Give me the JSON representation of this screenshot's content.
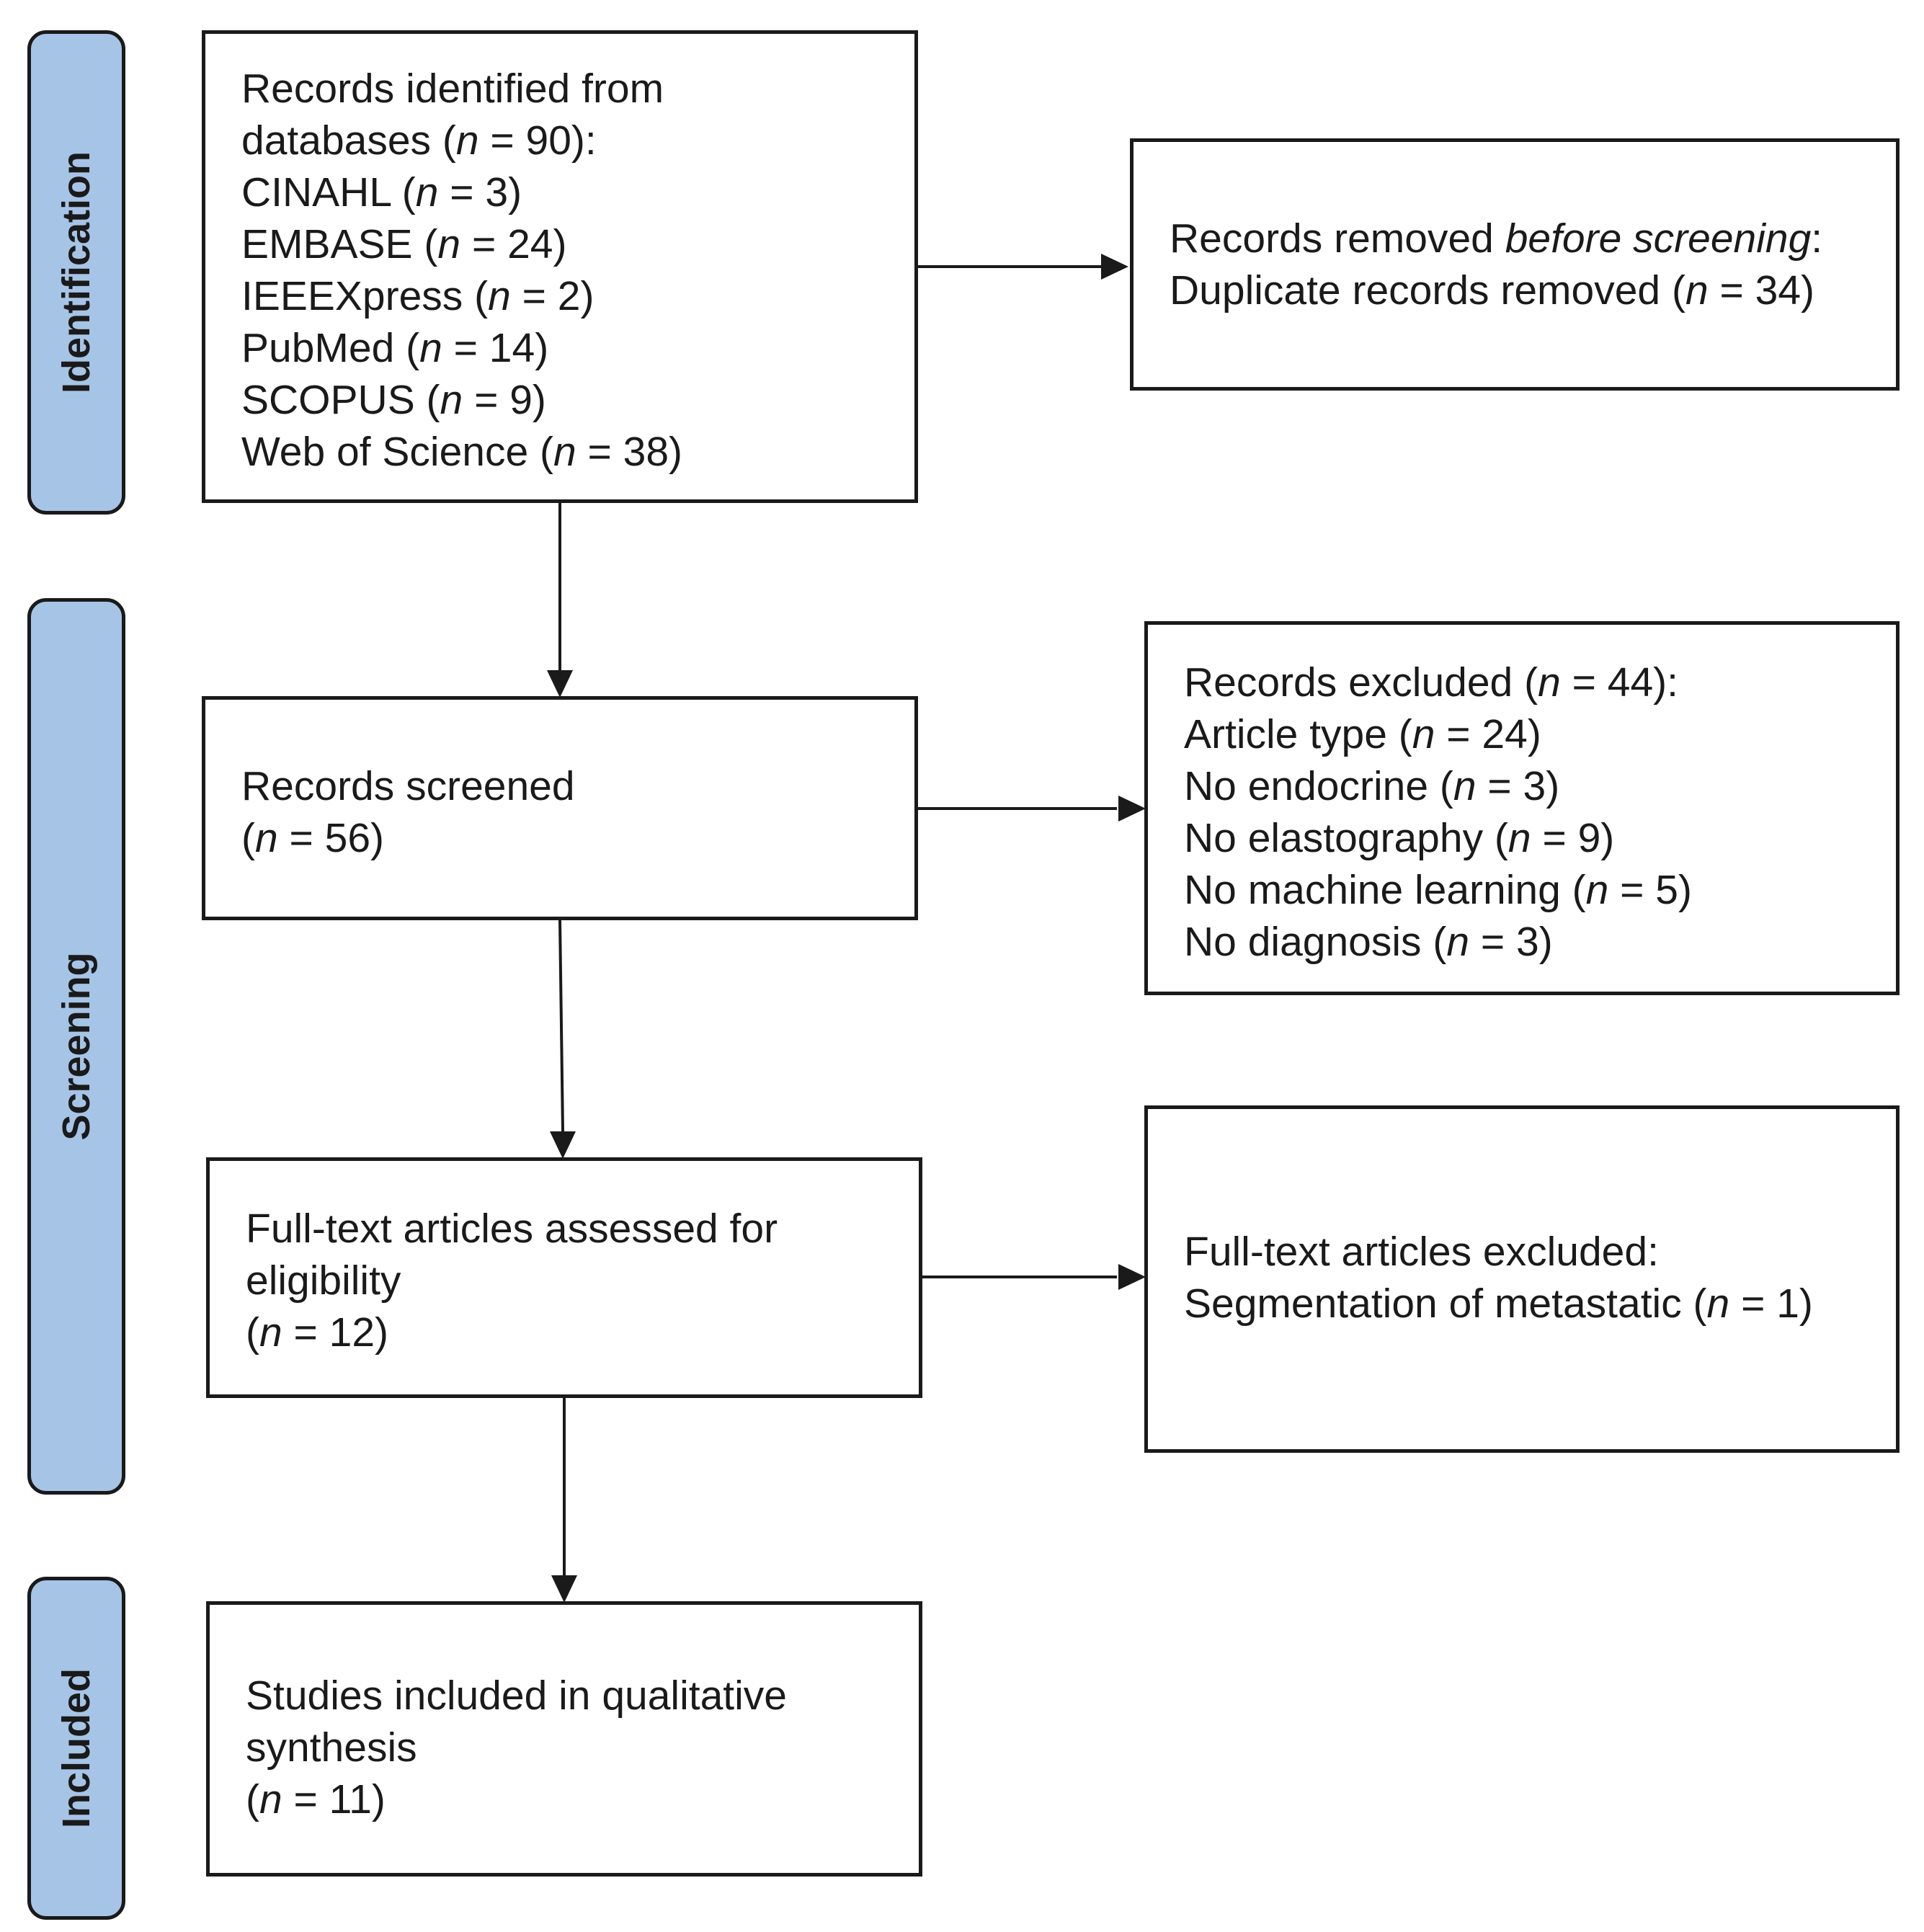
{
  "phases": {
    "identification": "Identification",
    "screening": "Screening",
    "included": "Included"
  },
  "boxes": {
    "identified": {
      "lines": [
        {
          "pre": "Records identified from",
          "it": "",
          "post": ""
        },
        {
          "pre": "databases (",
          "it": "n",
          "post": " = 90):"
        },
        {
          "pre": "CINAHL (",
          "it": "n",
          "post": " = 3)"
        },
        {
          "pre": "EMBASE (",
          "it": "n",
          "post": " = 24)"
        },
        {
          "pre": "IEEEXpress (",
          "it": "n",
          "post": " = 2)"
        },
        {
          "pre": "PubMed (",
          "it": "n",
          "post": " = 14)"
        },
        {
          "pre": "SCOPUS (",
          "it": "n",
          "post": " = 9)"
        },
        {
          "pre": "Web of Science (",
          "it": "n",
          "post": " = 38)"
        }
      ]
    },
    "removed": {
      "lines": [
        {
          "pre": "Records removed ",
          "it": "before screening",
          "post": ":"
        },
        {
          "pre": "Duplicate records removed (",
          "it": "n",
          "post": " = 34)"
        }
      ]
    },
    "screened": {
      "lines": [
        {
          "pre": "Records screened",
          "it": "",
          "post": ""
        },
        {
          "pre": "(",
          "it": "n",
          "post": " = 56)"
        }
      ]
    },
    "excluded": {
      "lines": [
        {
          "pre": "Records excluded (",
          "it": "n",
          "post": " = 44):"
        },
        {
          "pre": "Article type (",
          "it": "n",
          "post": " = 24)"
        },
        {
          "pre": "No endocrine (",
          "it": "n",
          "post": " = 3)"
        },
        {
          "pre": "No elastography (",
          "it": "n",
          "post": " = 9)"
        },
        {
          "pre": "No machine learning (",
          "it": "n",
          "post": " = 5)"
        },
        {
          "pre": "No diagnosis (",
          "it": "n",
          "post": " = 3)"
        }
      ]
    },
    "fulltext": {
      "lines": [
        {
          "pre": "Full-text articles assessed for",
          "it": "",
          "post": ""
        },
        {
          "pre": "eligibility",
          "it": "",
          "post": ""
        },
        {
          "pre": "(",
          "it": "n",
          "post": " = 12)"
        }
      ]
    },
    "fulltext_excluded": {
      "lines": [
        {
          "pre": "Full-text articles excluded:",
          "it": "",
          "post": ""
        },
        {
          "pre": "Segmentation of metastatic (",
          "it": "n",
          "post": " = 1)"
        }
      ]
    },
    "included": {
      "lines": [
        {
          "pre": "Studies included in qualitative",
          "it": "",
          "post": ""
        },
        {
          "pre": "synthesis",
          "it": "",
          "post": ""
        },
        {
          "pre": "(",
          "it": "n",
          "post": " = 11)"
        }
      ]
    }
  }
}
